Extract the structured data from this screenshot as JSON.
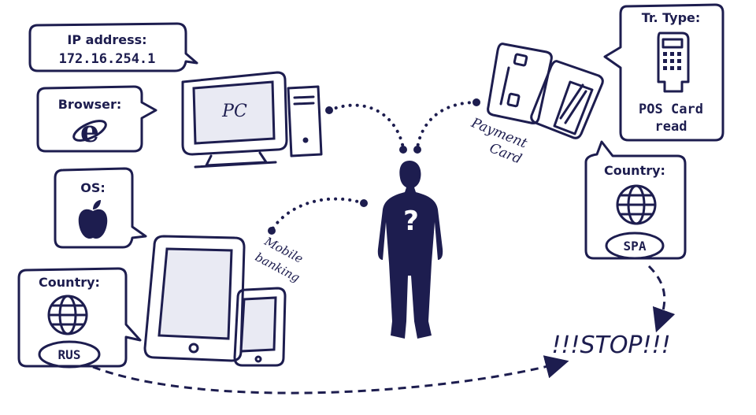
{
  "bubbles": {
    "ip": {
      "title": "IP address:",
      "value": "172.16.254.1"
    },
    "browser": {
      "title": "Browser:",
      "icon": "ie-icon"
    },
    "os": {
      "title": "OS:",
      "icon": "apple-icon"
    },
    "country_left": {
      "title": "Country:",
      "code": "RUS",
      "icon": "globe-icon"
    },
    "tr_type": {
      "title": "Tr. Type:",
      "value_line1": "POS Card",
      "value_line2": "read",
      "icon": "pos-terminal-icon"
    },
    "country_right": {
      "title": "Country:",
      "code": "SPA",
      "icon": "globe-icon"
    }
  },
  "devices": {
    "pc": {
      "label": "PC",
      "icon": "desktop-computer-icon"
    },
    "mobile": {
      "label_line1": "Mobile",
      "label_line2": "banking",
      "icon": "tablet-phone-icon"
    },
    "card": {
      "label_line1": "Payment",
      "label_line2": "Card",
      "icon": "credit-card-icon"
    }
  },
  "person": {
    "mark": "?",
    "icon": "person-silhouette-icon"
  },
  "alert": {
    "text": "!!!STOP!!!"
  },
  "colors": {
    "ink": "#1d1d4f",
    "screen": "#e9eaf3",
    "background": "#ffffff"
  }
}
